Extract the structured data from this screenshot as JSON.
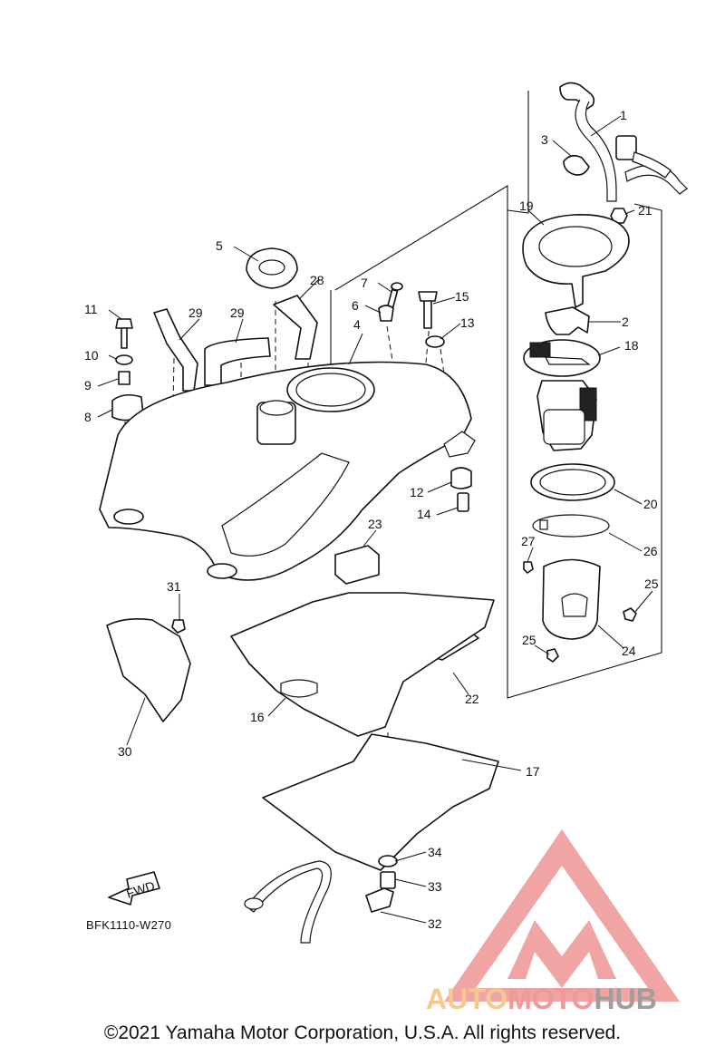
{
  "diagram": {
    "reference_code": "BFK1110-W270",
    "direction_arrow_label": "FWD",
    "callouts": [
      "1",
      "2",
      "3",
      "4",
      "5",
      "6",
      "7",
      "8",
      "9",
      "10",
      "11",
      "12",
      "13",
      "14",
      "15",
      "16",
      "17",
      "18",
      "19",
      "20",
      "21",
      "22",
      "23",
      "24",
      "25",
      "25",
      "26",
      "27",
      "28",
      "29",
      "29",
      "30",
      "31",
      "32",
      "33",
      "34"
    ]
  },
  "watermark": {
    "brand_part1": "AUTO",
    "brand_part2": "MOTO",
    "brand_part3": "HUB",
    "colors": {
      "triangle": "#ef9a9a",
      "auto": "#f5c98e",
      "moto": "#ef9a9a",
      "hub": "#9e9e9e"
    }
  },
  "footer": {
    "copyright": "©2021 Yamaha Motor Corporation, U.S.A. All rights reserved."
  }
}
